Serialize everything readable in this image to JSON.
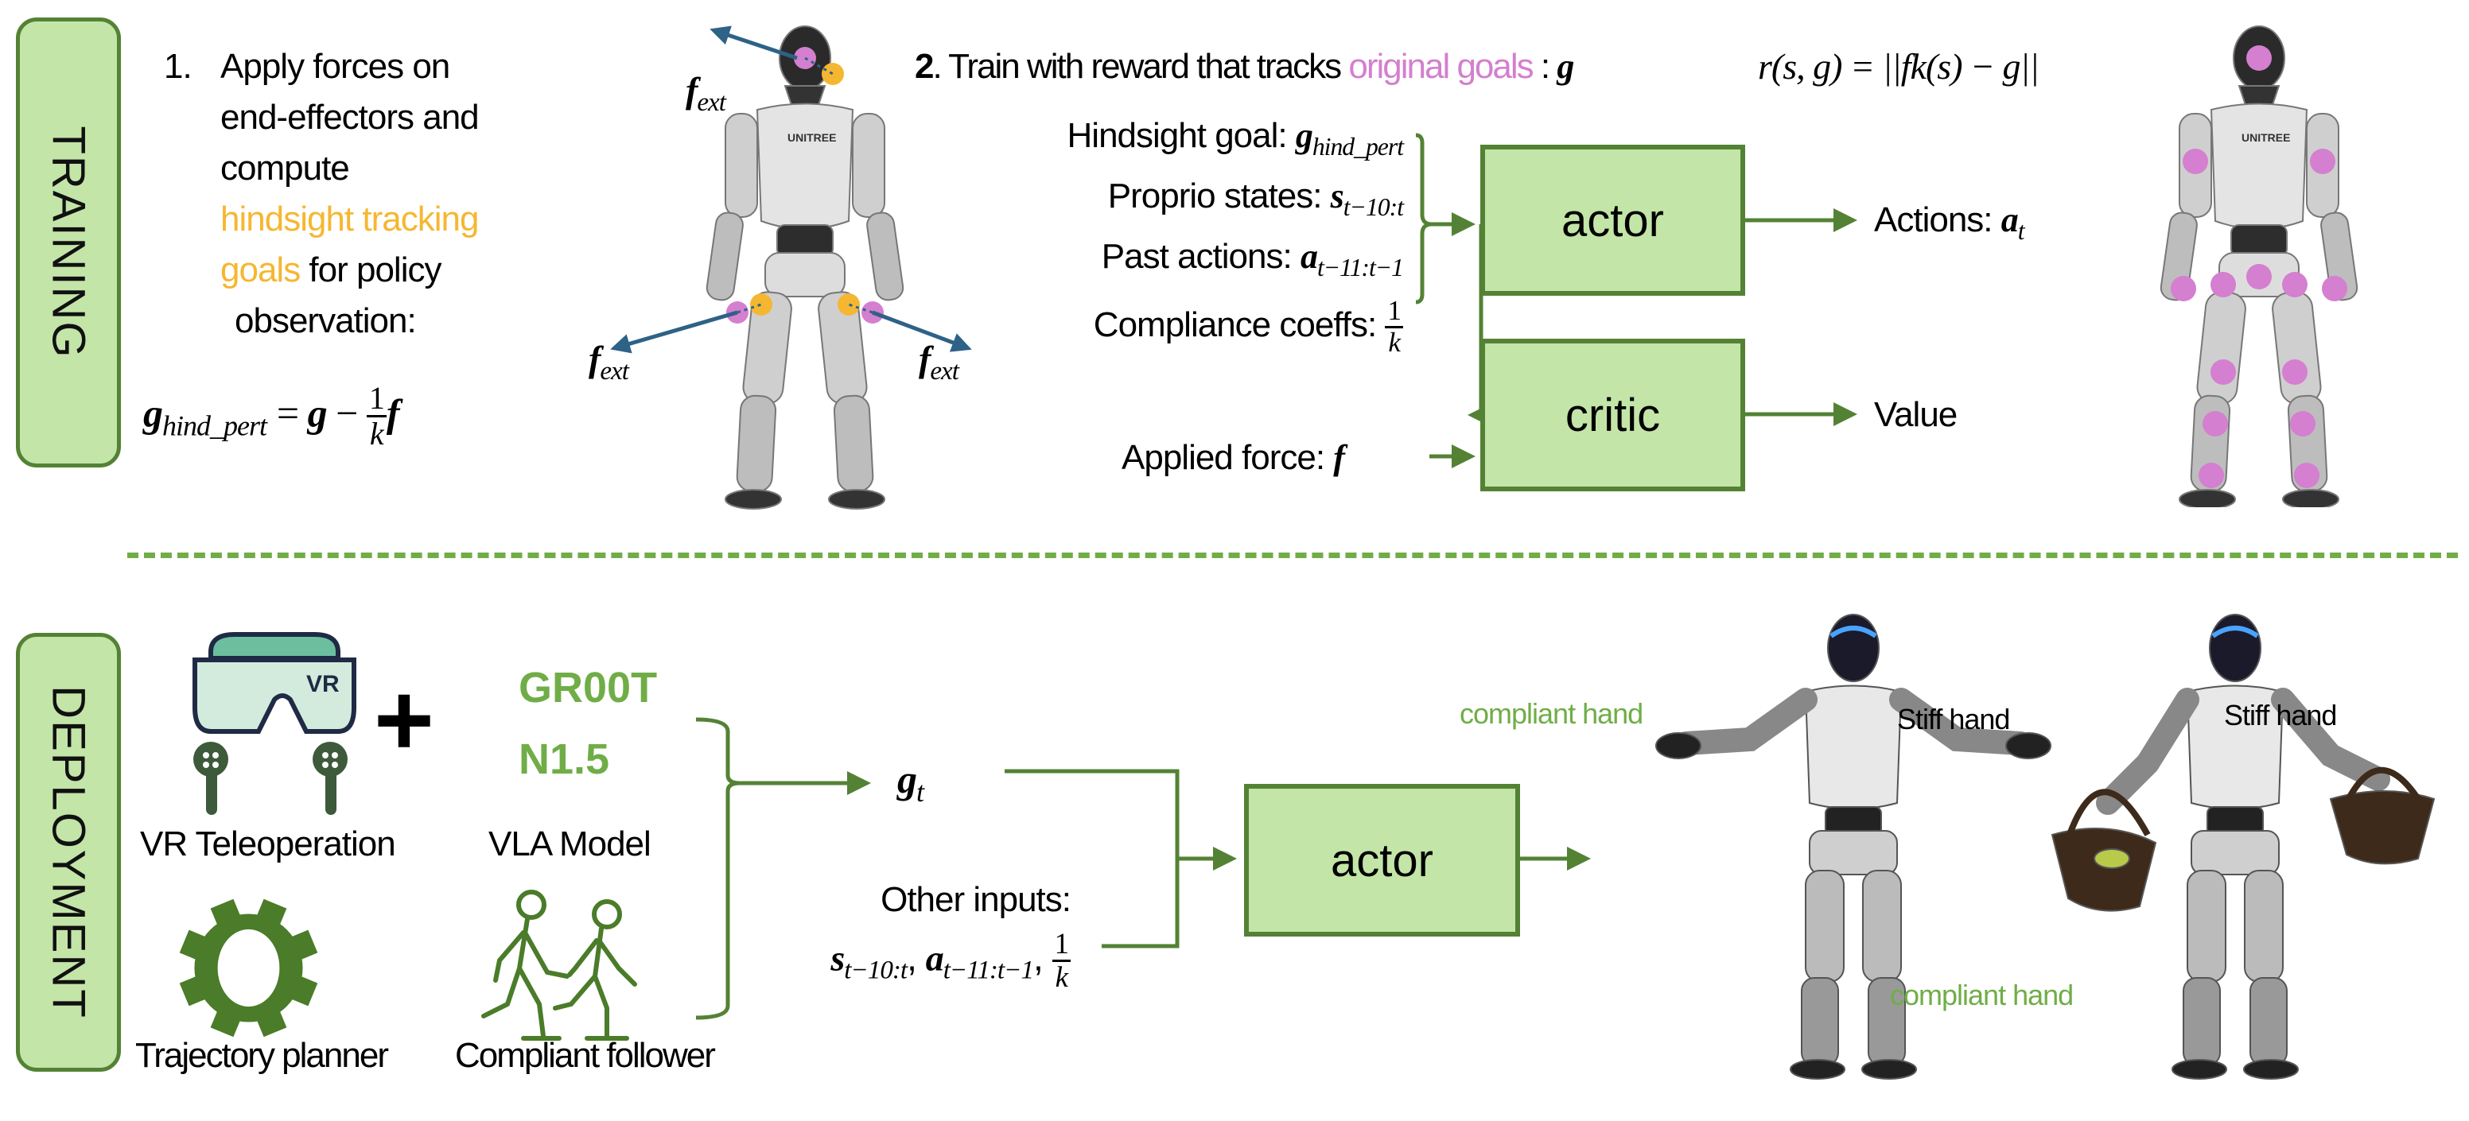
{
  "training": {
    "side_label": "TRAINING",
    "step1": {
      "number": "1.",
      "lines": [
        "Apply forces on",
        "end-effectors and",
        "compute"
      ],
      "highlight_lines": [
        "hindsight tracking",
        "goals"
      ],
      "after_highlight": " for policy",
      "last_line": "observation:",
      "formula_lhs": "g",
      "formula_lhs_sub": "hind_pert",
      "formula_rhs_g": "g",
      "formula_frac_num": "1",
      "formula_frac_den": "k",
      "formula_f": "f",
      "force_label": "f",
      "force_label_sub": "ext"
    },
    "step2": {
      "number": "2",
      "title": ". Train with reward that tracks ",
      "highlight": "original goals",
      "colon": " : ",
      "goal_symbol": "g",
      "reward_formula": "r(s, g) = ||fk(s) − g||"
    },
    "inputs": [
      {
        "label": "Hindsight goal: ",
        "symbol": "g",
        "sub": "hind_pert"
      },
      {
        "label": "Proprio states: ",
        "symbol": "s",
        "sub": "t−10:t"
      },
      {
        "label": "Past actions: ",
        "symbol": "a",
        "sub": "t−11:t−1"
      },
      {
        "label": "Compliance coeffs: ",
        "frac_num": "1",
        "frac_den": "k"
      }
    ],
    "applied_force": {
      "label": "Applied force: ",
      "symbol": "f"
    },
    "actor_label": "actor",
    "critic_label": "critic",
    "actions": {
      "label": "Actions: ",
      "symbol": "a",
      "sub": "t"
    },
    "value_label": "Value",
    "robot_logo": "UNITREE"
  },
  "deployment": {
    "side_label": "DEPLOYMENT",
    "vr_label": "VR Teleoperation",
    "vr_icon_text": "VR",
    "plus": "+",
    "model_name_line1": "GR00T",
    "model_name_line2": "N1.5",
    "vla_label": "VLA Model",
    "planner_label": "Trajectory planner",
    "follower_label": "Compliant follower",
    "goal": {
      "symbol": "g",
      "sub": "t"
    },
    "other_inputs_label": "Other inputs:",
    "other_inputs": {
      "s": "s",
      "s_sub": "t−10:t",
      "a": "a",
      "a_sub": "t−11:t−1",
      "frac_num": "1",
      "frac_den": "k"
    },
    "actor_label": "actor",
    "photo_labels": {
      "compliant_left": "compliant hand",
      "stiff_1": "Stiff hand",
      "stiff_2": "Stiff hand",
      "compliant_bottom": "compliant hand"
    }
  },
  "colors": {
    "green_dark": "#548235",
    "green_fill": "#c3e5a8",
    "green_text": "#70ad47",
    "orange_highlight": "#f5b731",
    "pink_highlight": "#d47fcf",
    "force_arrow": "#2e6286"
  }
}
